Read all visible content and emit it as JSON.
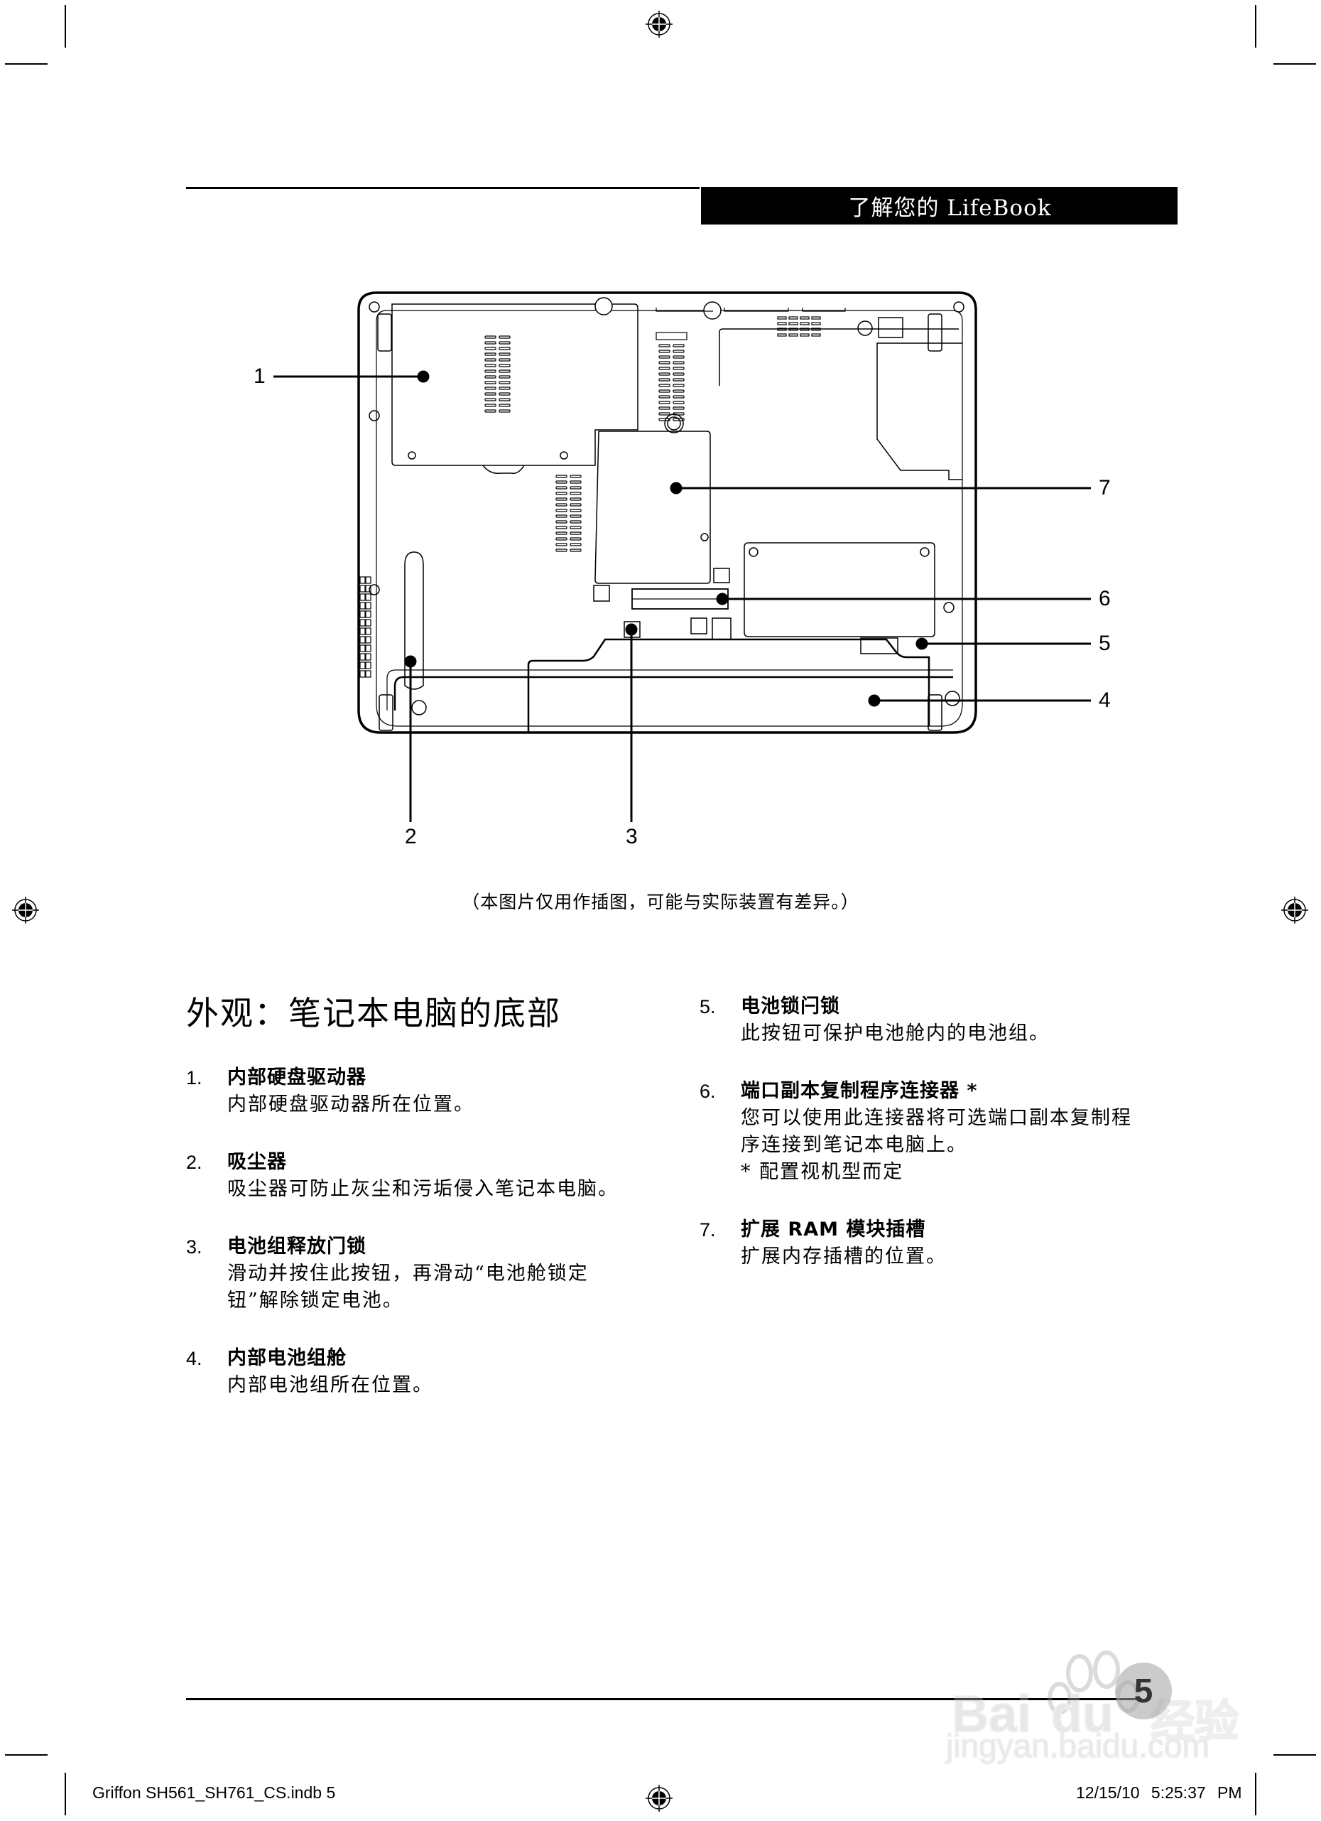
{
  "header": {
    "title": "了解您的 LifeBook"
  },
  "diagram": {
    "callouts": [
      {
        "id": 1,
        "label": "1"
      },
      {
        "id": 2,
        "label": "2"
      },
      {
        "id": 3,
        "label": "3"
      },
      {
        "id": 4,
        "label": "4"
      },
      {
        "id": 5,
        "label": "5"
      },
      {
        "id": 6,
        "label": "6"
      },
      {
        "id": 7,
        "label": "7"
      }
    ],
    "caption": "（本图片仅用作插图，可能与实际装置有差异。）"
  },
  "section": {
    "title": "外观：笔记本电脑的底部",
    "items": [
      {
        "num": "1.",
        "title": "内部硬盘驱动器",
        "desc": [
          "内部硬盘驱动器所在位置。"
        ]
      },
      {
        "num": "2.",
        "title": "吸尘器",
        "desc": [
          "吸尘器可防止灰尘和污垢侵入笔记本电脑。"
        ]
      },
      {
        "num": "3.",
        "title": "电池组释放门锁",
        "desc": [
          "滑动并按住此按钮，再滑动“电池舱锁定",
          "钮”解除锁定电池。"
        ]
      },
      {
        "num": "4.",
        "title": "内部电池组舱",
        "desc": [
          "内部电池组所在位置。"
        ]
      },
      {
        "num": "5.",
        "title": "电池锁闩锁",
        "desc": [
          "此按钮可保护电池舱内的电池组。"
        ]
      },
      {
        "num": "6.",
        "title": "端口副本复制程序连接器 *",
        "desc": [
          "您可以使用此连接器将可选端口副本复制程",
          "序连接到笔记本电脑上。",
          "* 配置视机型而定"
        ]
      },
      {
        "num": "7.",
        "title": "扩展 RAM 模块插槽",
        "desc": [
          "扩展内存插槽的位置。"
        ]
      }
    ]
  },
  "footer": {
    "page_number": "5",
    "slug_file": "Griffon SH561_SH761_CS.indb   5",
    "slug_timestamp": "12/15/10   5:25:37 PM"
  },
  "watermark": {
    "brand": "Bai",
    "brand_suffix": "du",
    "brand_cn": "经验",
    "url": "jingyan.baidu.com"
  }
}
